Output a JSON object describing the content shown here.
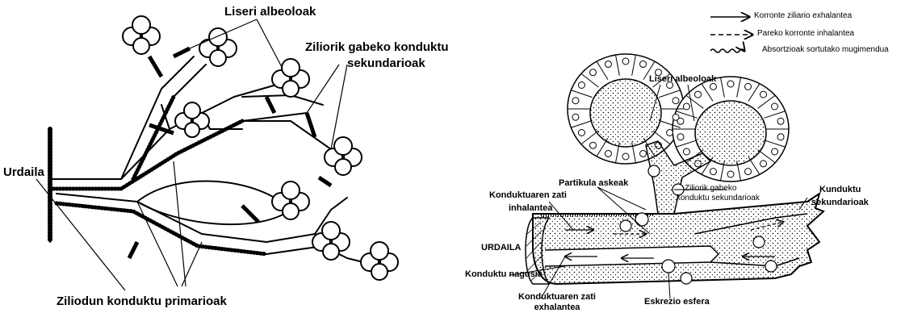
{
  "left_diagram": {
    "labels": {
      "liseri_albeoloak": "Liseri albeoloak",
      "ziliorik_line1": "Ziliorik gabeko konduktu",
      "ziliorik_line2": "sekundarioak",
      "urdaila": "Urdaila",
      "ziliodun": "Ziliodun konduktu primarioak"
    }
  },
  "right_diagram": {
    "legend": [
      {
        "label": "Korronte ziliario exhalantea",
        "style": "solid"
      },
      {
        "label": "Pareko korronte inhalantea",
        "style": "dashed"
      },
      {
        "label": "Absortzioak sortutako mugimendua",
        "style": "wavy"
      }
    ],
    "labels": {
      "liseri_albeoloak": "Liseri albeoloak",
      "partikula_askeak": "Partikula askeak",
      "ziliorik_line1": "Ziliorik gabeko",
      "ziliorik_line2": "konduktu sekundarioak",
      "inhalantea_line1": "Konduktuaren zati",
      "inhalantea_line2": "inhalantea",
      "kunduktu_line1": "Kunduktu",
      "kunduktu_line2": "sekundarioak",
      "urdaila": "URDAILA",
      "konduktu_nagusia": "Konduktu nagusia",
      "exhalantea_line1": "Konduktuaren zati",
      "exhalantea_line2": "exhalantea",
      "eskrezio_esfera": "Eskrezio esfera"
    }
  }
}
